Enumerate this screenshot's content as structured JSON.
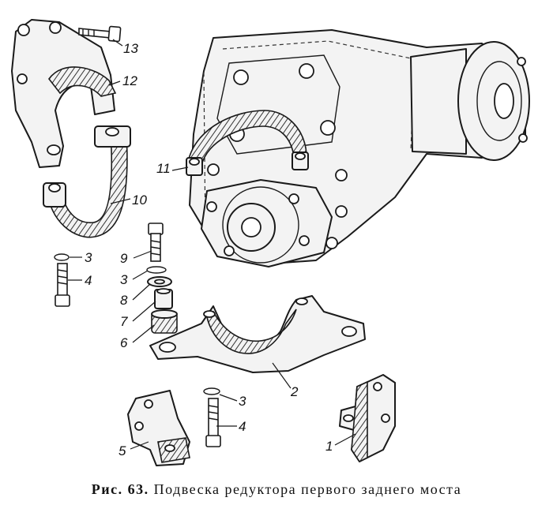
{
  "caption": {
    "label": "Рис. 63.",
    "title": "Подвеска редуктора первого заднего моста"
  },
  "callouts": [
    "1",
    "2",
    "3",
    "3",
    "3",
    "4",
    "4",
    "5",
    "6",
    "7",
    "8",
    "9",
    "10",
    "11",
    "12",
    "13"
  ]
}
